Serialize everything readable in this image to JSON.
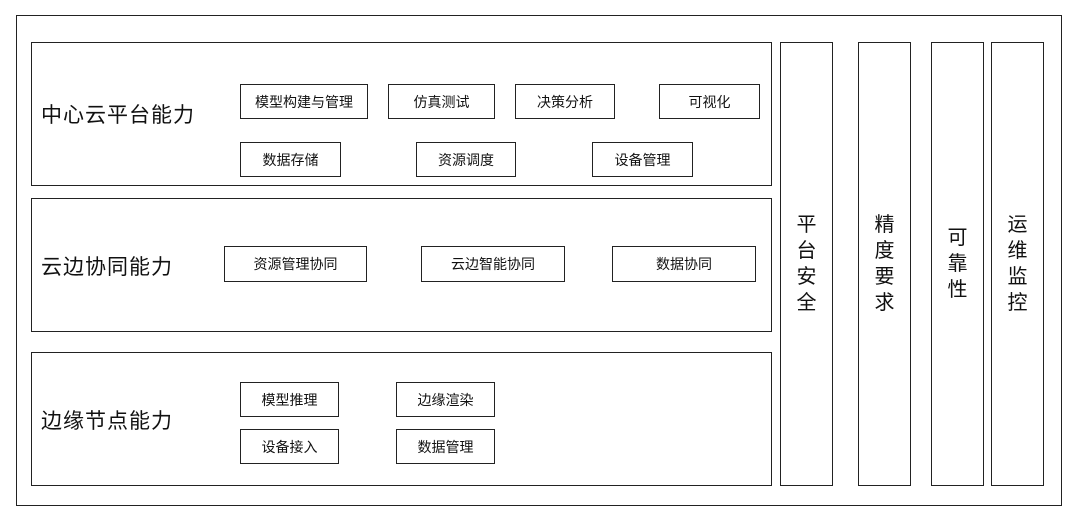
{
  "panels": {
    "center_cloud": {
      "title": "中心云平台能力",
      "items": [
        "模型构建与管理",
        "仿真测试",
        "决策分析",
        "可视化",
        "数据存储",
        "资源调度",
        "设备管理"
      ]
    },
    "cloud_edge": {
      "title": "云边协同能力",
      "items": [
        "资源管理协同",
        "云边智能协同",
        "数据协同"
      ]
    },
    "edge_node": {
      "title": "边缘节点能力",
      "items": [
        "模型推理",
        "边缘渲染",
        "设备接入",
        "数据管理"
      ]
    }
  },
  "columns": [
    {
      "chars": [
        "平",
        "台",
        "安",
        "全"
      ]
    },
    {
      "chars": [
        "精",
        "度",
        "要",
        "求"
      ]
    },
    {
      "chars": [
        "可",
        "靠",
        "性"
      ]
    },
    {
      "chars": [
        "运",
        "维",
        "监",
        "控"
      ]
    }
  ]
}
